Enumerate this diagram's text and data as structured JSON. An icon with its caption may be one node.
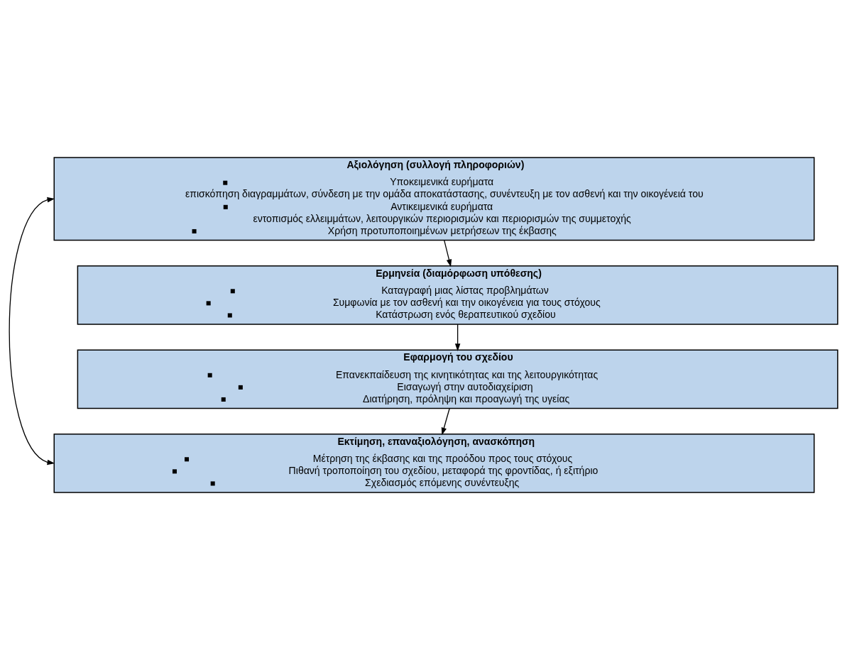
{
  "diagram": {
    "nodes": [
      {
        "text": [
          "Αξιολόγηση (συλλογή πληροφοριών)",
          "Υποκειμενικά ευρήματα",
          "επισκόπηση διαγραμμάτων, σύνδεση με την ομάδα αποκατάστασης, συνέντευξη με τον ασθενή και την οικογένειά του",
          "Αντικειμενικά ευρήματα",
          "εντοπισμός ελλειμμάτων, λειτουργικών περιορισμών και περιορισμών της συμμετοχής",
          "Χρήση προτυποποιημένων μετρήσεων της έκβασης"
        ]
      },
      {
        "text": [
          "Ερμηνεία (διαμόρφωση υπόθεσης)",
          "Καταγραφή μιας λίστας προβλημάτων",
          "Συμφωνία με τον ασθενή και την οικογένεια για τους στόχους",
          "Κατάστρωση ενός θεραπευτικού σχεδίου"
        ]
      },
      {
        "text": [
          "Εφαρμογή του σχεδίου",
          "Επανεκπαίδευση της κινητικότητας και της λειτουργικότητας",
          "Εισαγωγή στην αυτοδιαχείριση",
          "Διατήρηση, πρόληψη και προαγωγή της υγείας"
        ]
      },
      {
        "text": [
          "Εκτίμηση, επαναξιολόγηση, ανασκόπηση",
          "Μέτρηση της έκβασης και της προόδου προς τους στόχους",
          "Πιθανή τροποποίηση του σχεδίου, μεταφορά της φροντίδας, ή εξιτήριο",
          "Σχεδιασμός επόμενης συνέντευξης"
        ]
      }
    ],
    "edges": [
      {
        "from": 0,
        "to": 1,
        "arrow": "to"
      },
      {
        "from": 1,
        "to": 2,
        "arrow": "to"
      },
      {
        "from": 2,
        "to": 3,
        "arrow": "to"
      },
      {
        "from": 3,
        "to": 0,
        "arrow": "both"
      }
    ]
  }
}
